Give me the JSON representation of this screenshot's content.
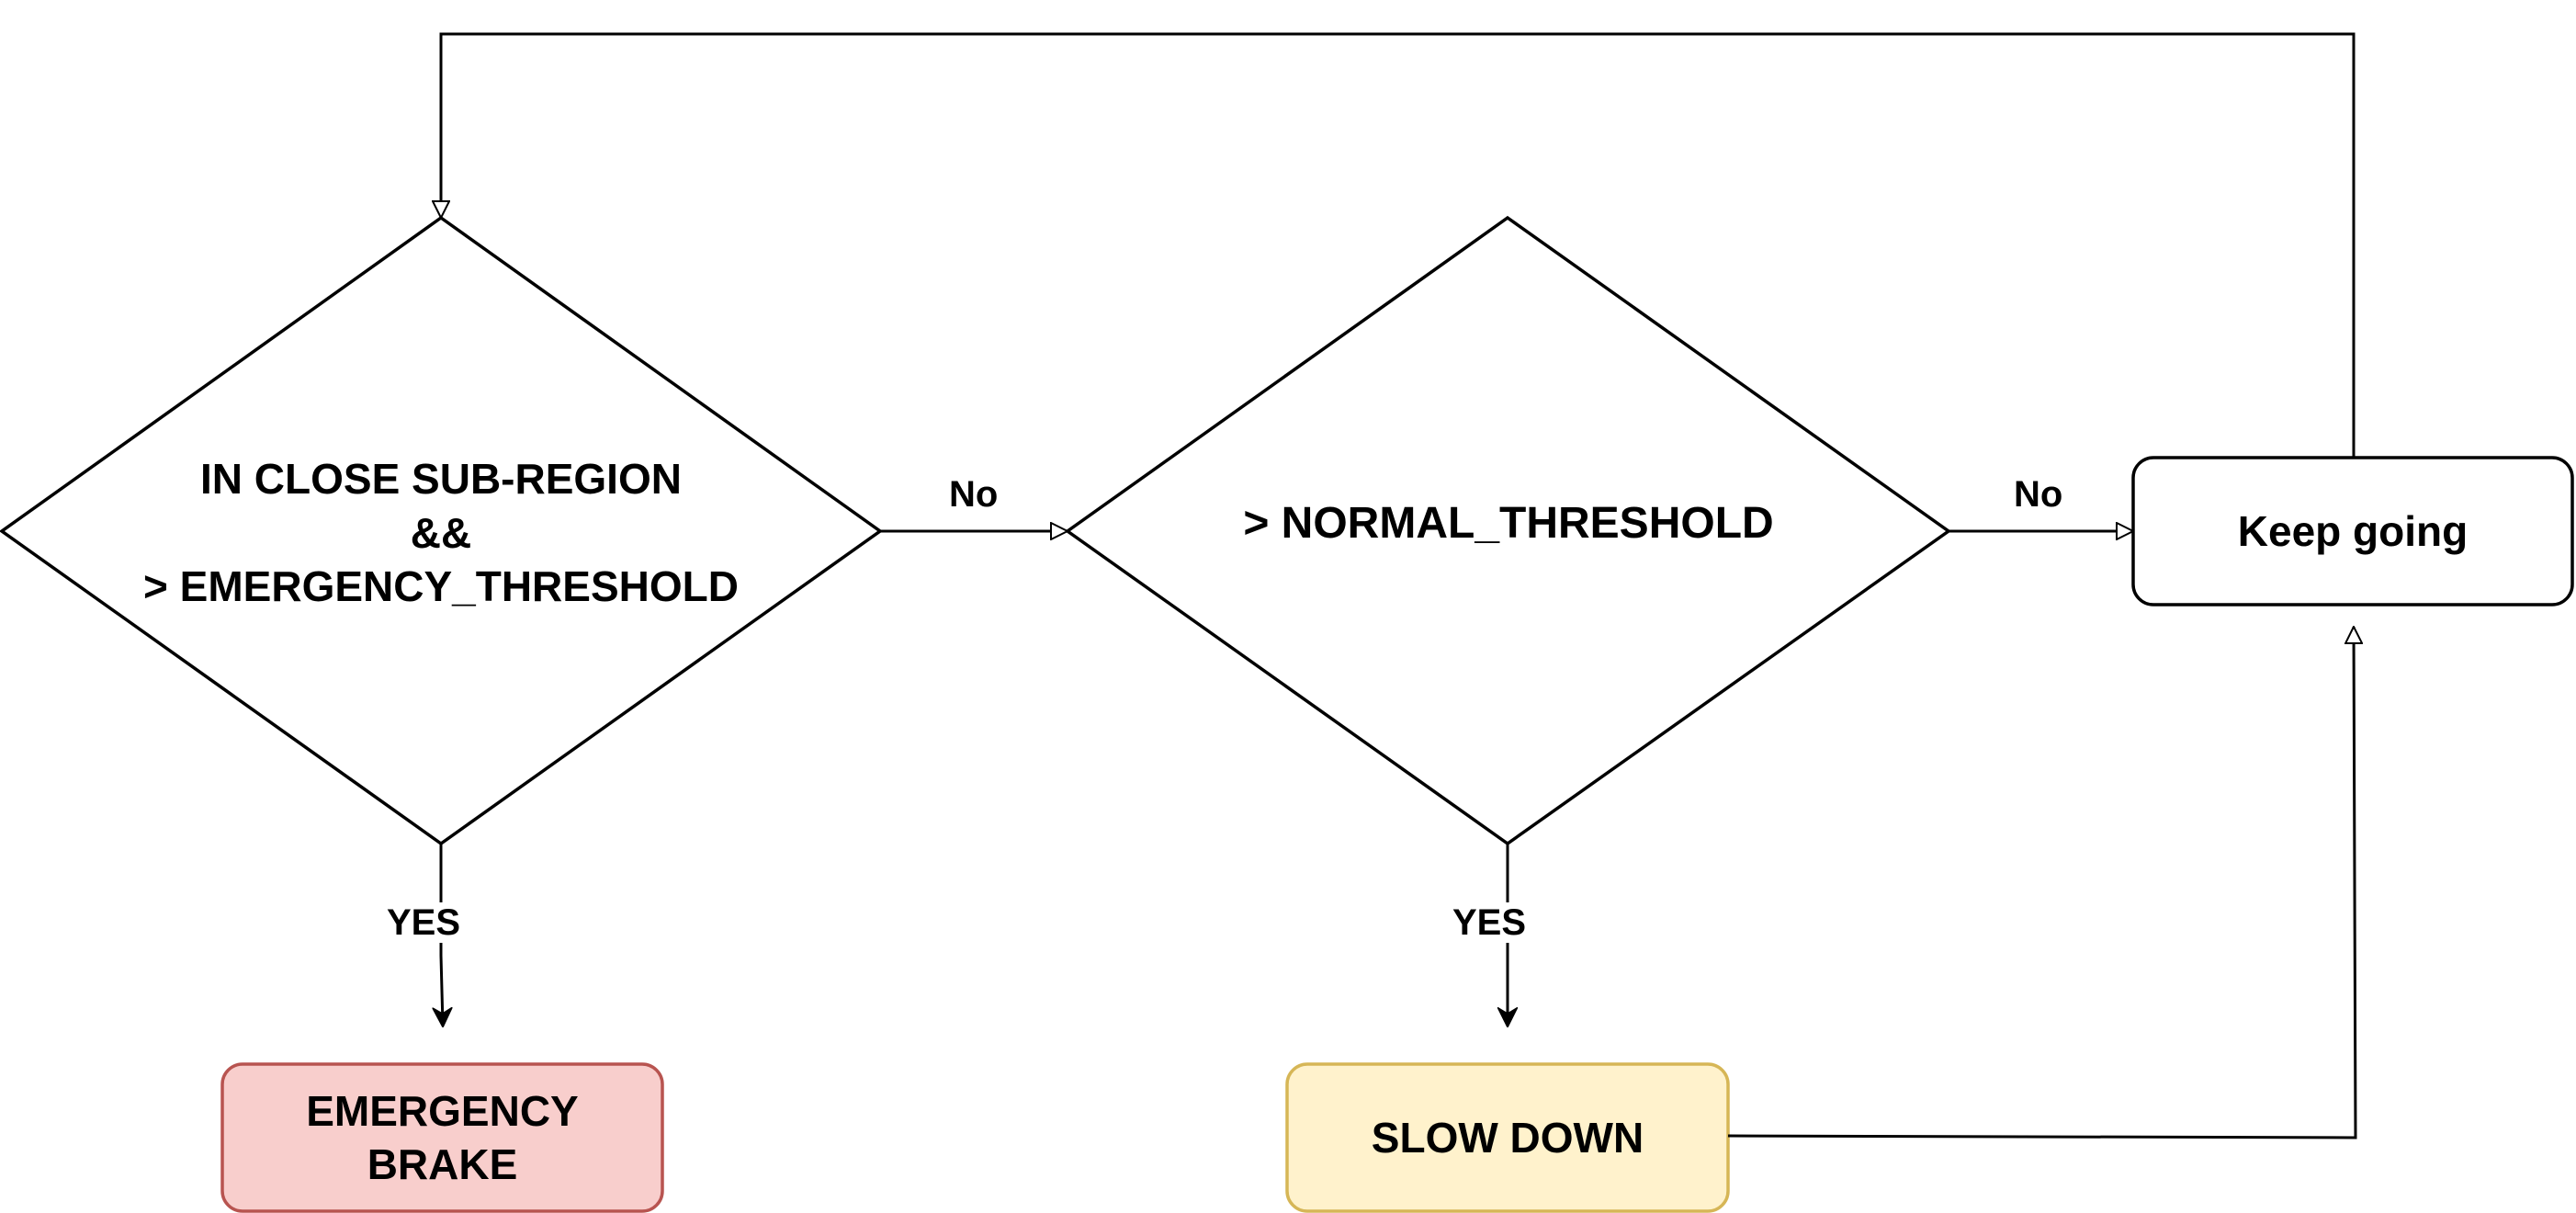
{
  "nodes": {
    "decision_emergency": {
      "lines": [
        "IN CLOSE SUB-REGION",
        "&&",
        "> EMERGENCY_THRESHOLD"
      ]
    },
    "decision_normal": {
      "label": "> NORMAL_THRESHOLD"
    },
    "keep_going": {
      "label": "Keep going"
    },
    "emergency_brake": {
      "lines": [
        "EMERGENCY",
        "BRAKE"
      ],
      "fill": "#f8cecc",
      "stroke": "#b85450"
    },
    "slow_down": {
      "label": "SLOW DOWN",
      "fill": "#fff2cc",
      "stroke": "#d6b656"
    }
  },
  "edges": {
    "no_1": "No",
    "no_2": "No",
    "yes_1": "YES",
    "yes_2": "YES"
  }
}
